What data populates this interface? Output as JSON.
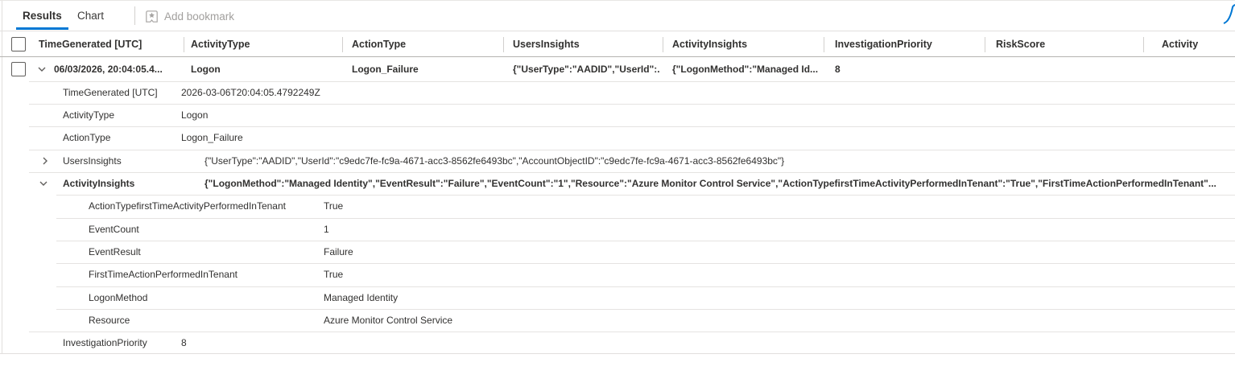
{
  "colors": {
    "accent": "#0078d4",
    "text": "#323130",
    "muted": "#a19f9d",
    "border": "#e1dfdd"
  },
  "tabs": {
    "results": "Results",
    "chart": "Chart"
  },
  "toolbar": {
    "add_bookmark": "Add bookmark"
  },
  "table": {
    "columns": [
      "TimeGenerated [UTC]",
      "ActivityType",
      "ActionType",
      "UsersInsights",
      "ActivityInsights",
      "InvestigationPriority",
      "RiskScore",
      "Activity"
    ],
    "row": {
      "time_generated": "06/03/2026, 20:04:05.4...",
      "activity_type": "Logon",
      "action_type": "Logon_Failure",
      "users_insights": "{\"UserType\":\"AADID\",\"UserId\":...",
      "activity_insights": "{\"LogonMethod\":\"Managed Id...",
      "investigation_priority": "8"
    }
  },
  "details": [
    {
      "label": "TimeGenerated [UTC]",
      "value": "2026-03-06T20:04:05.4792249Z"
    },
    {
      "label": "ActivityType",
      "value": "Logon"
    },
    {
      "label": "ActionType",
      "value": "Logon_Failure"
    },
    {
      "label": "UsersInsights",
      "value": "{\"UserType\":\"AADID\",\"UserId\":\"c9edc7fe-fc9a-4671-acc3-8562fe6493bc\",\"AccountObjectID\":\"c9edc7fe-fc9a-4671-acc3-8562fe6493bc\"}"
    },
    {
      "label": "ActivityInsights",
      "value": "{\"LogonMethod\":\"Managed Identity\",\"EventResult\":\"Failure\",\"EventCount\":\"1\",\"Resource\":\"Azure Monitor Control Service\",\"ActionTypefirstTimeActivityPerformedInTenant\":\"True\",\"FirstTimeActionPerformedInTenant\"..."
    },
    {
      "label": "ActionTypefirstTimeActivityPerformedInTenant",
      "value": "True"
    },
    {
      "label": "EventCount",
      "value": "1"
    },
    {
      "label": "EventResult",
      "value": "Failure"
    },
    {
      "label": "FirstTimeActionPerformedInTenant",
      "value": "True"
    },
    {
      "label": "LogonMethod",
      "value": "Managed Identity"
    },
    {
      "label": "Resource",
      "value": "Azure Monitor Control Service"
    },
    {
      "label": "InvestigationPriority",
      "value": "8"
    }
  ]
}
